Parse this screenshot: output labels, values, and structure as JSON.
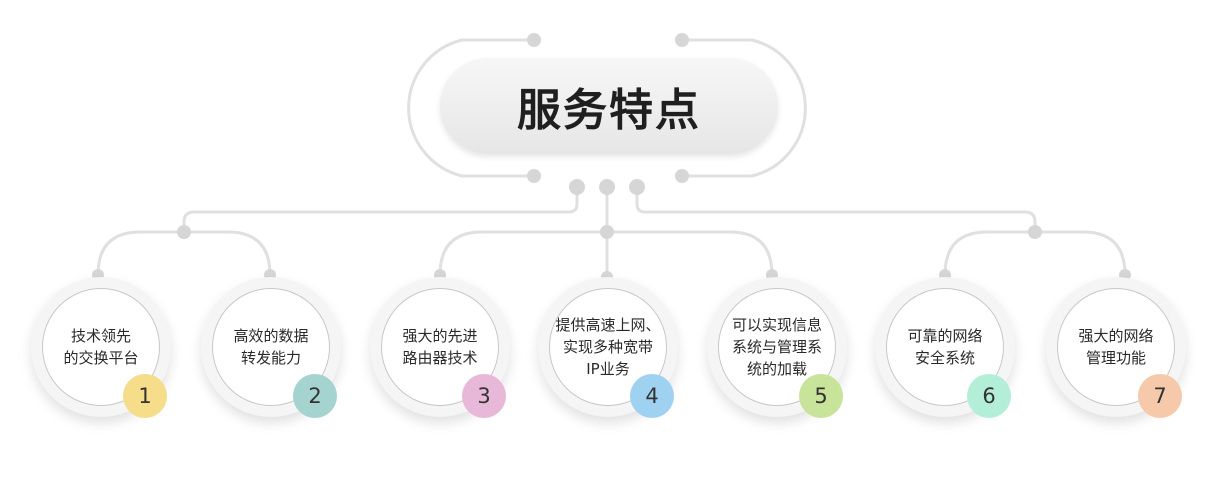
{
  "title": "服务特点",
  "features": [
    {
      "lines": [
        "技术领先",
        "的交换平台"
      ],
      "number": "1",
      "color": "#f5dd8a"
    },
    {
      "lines": [
        "高效的数据",
        "转发能力"
      ],
      "number": "2",
      "color": "#a5d3cf"
    },
    {
      "lines": [
        "强大的先进",
        "路由器技术"
      ],
      "number": "3",
      "color": "#e8b8d8"
    },
    {
      "lines": [
        "提供高速上网、",
        "实现多种宽带",
        "IP业务"
      ],
      "number": "4",
      "color": "#9fd2f1"
    },
    {
      "lines": [
        "可以实现信息",
        "系统与管理系",
        "统的加载"
      ],
      "number": "5",
      "color": "#c8e39a"
    },
    {
      "lines": [
        "可靠的网络",
        "安全系统"
      ],
      "number": "6",
      "color": "#b3eed8"
    },
    {
      "lines": [
        "强大的网络",
        "管理功能"
      ],
      "number": "7",
      "color": "#f6c9aa"
    }
  ]
}
